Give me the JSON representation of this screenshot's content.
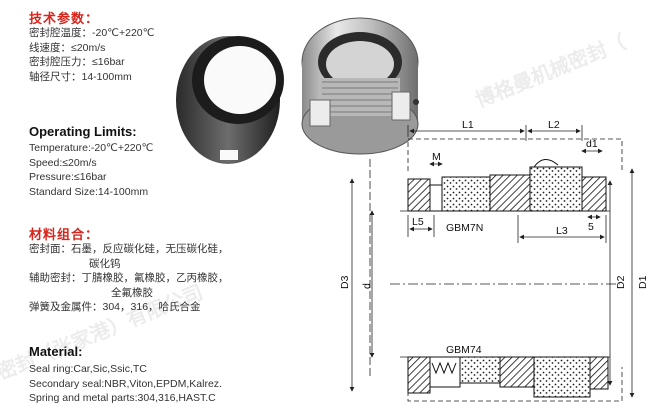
{
  "tech_params": {
    "heading": "技术参数：",
    "lines": [
      "密封腔温度：-20℃+220℃",
      "线速度：≤20m/s",
      "密封腔压力：≤16bar",
      "轴径尺寸：14-100mm"
    ]
  },
  "operating_limits": {
    "heading": "Operating Limits:",
    "lines": [
      "Temperature:-20℃+220℃",
      "Speed:≤20m/s",
      "Pressure:≤16bar",
      "Standard Size:14-100mm"
    ]
  },
  "materials_cn": {
    "heading": "材料组合：",
    "lines": [
      "密封面：石墨，反应碳化硅，无压碳化硅，",
      "碳化钨",
      "辅助密封：丁腈橡胶，氟橡胶，乙丙橡胶，",
      "全氟橡胶",
      "弹簧及金属件：304，316，哈氏合金"
    ]
  },
  "materials_en": {
    "heading": "Material:",
    "lines": [
      "Seal ring:Car,Sic,Ssic,TC",
      "Secondary seal:NBR,Viton,EPDM,Kalrez.",
      "Spring and metal parts:304,316,HAST.C"
    ]
  },
  "watermark": {
    "left": "威密封（张家港）有限公司",
    "right": "博格曼机械密封（"
  },
  "drawing": {
    "dims": {
      "L1": "L1",
      "L2": "L2",
      "M": "M",
      "d1": "d1",
      "L5": "L5",
      "L3": "L3",
      "five": "5",
      "D3": "D3",
      "d": "d",
      "D2": "D2",
      "D1": "D1"
    },
    "labels": {
      "top": "GBM7N",
      "bottom": "GBM74"
    }
  }
}
